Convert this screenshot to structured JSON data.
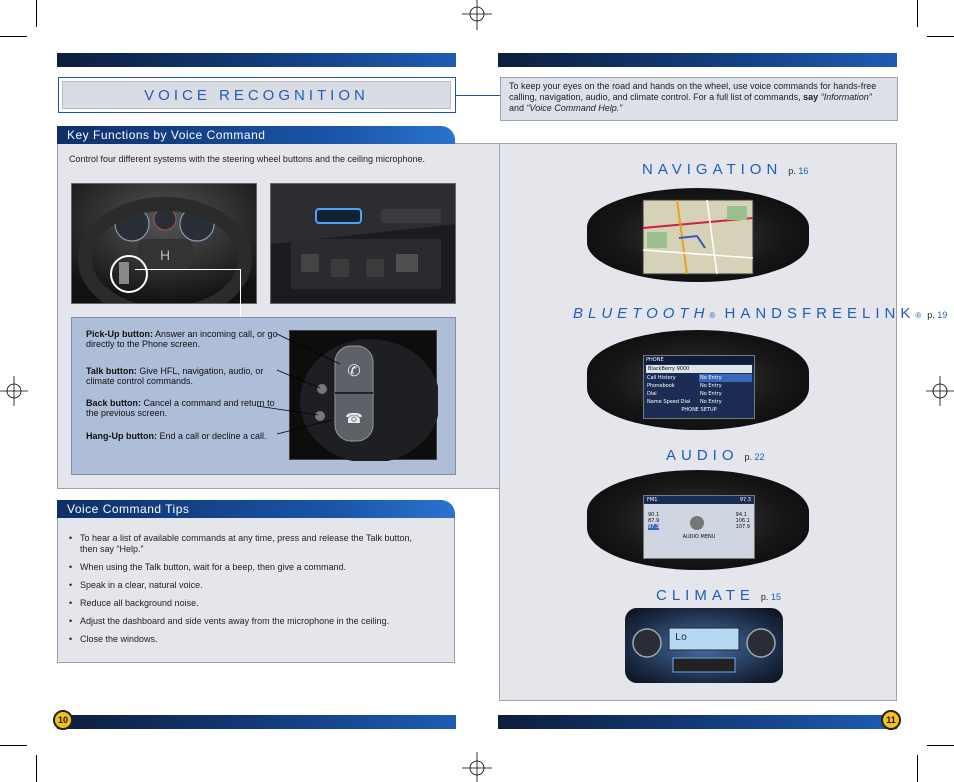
{
  "title": "VOICE RECOGNITION",
  "intro": {
    "text": "To keep your eyes on the road and hands on the wheel, use voice commands for hands-free calling, navigation, audio, and climate control. For a full list of commands, ",
    "say": "say",
    "quote1": "“Information”",
    "and": " and ",
    "quote2": "“Voice Command Help.”"
  },
  "key_functions": {
    "heading": "Key Functions by Voice Command",
    "description": "Control four different systems with the steering wheel buttons and the ceiling microphone.",
    "buttons": [
      {
        "label": "Pick-Up button:",
        "text": " Answer an incoming call, or go directly to the Phone screen."
      },
      {
        "label": "Talk button:",
        "text": " Give HFL, navigation, audio, or climate control commands."
      },
      {
        "label": "Back button:",
        "text": " Cancel a command and return to the previous screen."
      },
      {
        "label": "Hang-Up button:",
        "text": " End a call or decline a call."
      }
    ]
  },
  "tips": {
    "heading": "Voice Command Tips",
    "items": [
      "To hear a list of available commands at any time, press and release the Talk button, then say “Help.”",
      "When using the Talk button, wait for a beep, then give a command.",
      "Speak in a clear, natural voice.",
      "Reduce all background noise.",
      "Adjust the dashboard and side vents away from the microphone in the ceiling.",
      "Close the windows."
    ]
  },
  "systems": {
    "navigation": {
      "title": "NAVIGATION",
      "page_prefix": "p.",
      "page": "16"
    },
    "bluetooth": {
      "title_italic": "BLUETOOTH",
      "reg1": "®",
      "title_rest": "HANDSFREELINK",
      "reg2": "®",
      "page_prefix": "p.",
      "page": "19"
    },
    "audio": {
      "title": "AUDIO",
      "page_prefix": "p.",
      "page": "22"
    },
    "climate": {
      "title": "CLIMATE",
      "page_prefix": "p.",
      "page": "15"
    }
  },
  "phone_screen": {
    "header": "PHONE",
    "device": "BlackBerry 9000",
    "menu": [
      "Call History",
      "Phonebook",
      "Dial",
      "Name Speed Dial"
    ],
    "entries": [
      "No Entry",
      "No Entry",
      "No Entry",
      "No Entry"
    ],
    "footer": "PHONE SETUP"
  },
  "audio_screen": {
    "band": "FM1",
    "freq": "97.3",
    "presets_left": [
      "90.1",
      "87.9",
      "97.3"
    ],
    "presets_right": [
      "94.1",
      "106.1",
      "107.9"
    ],
    "footer": "AUDIO MENU"
  },
  "climate_display": "Lo",
  "page_numbers": {
    "left": "10",
    "right": "11"
  },
  "colors": {
    "accent": "#1f5db8",
    "bar_dark": "#0d1e3d",
    "page_badge": "#f5c21b"
  }
}
